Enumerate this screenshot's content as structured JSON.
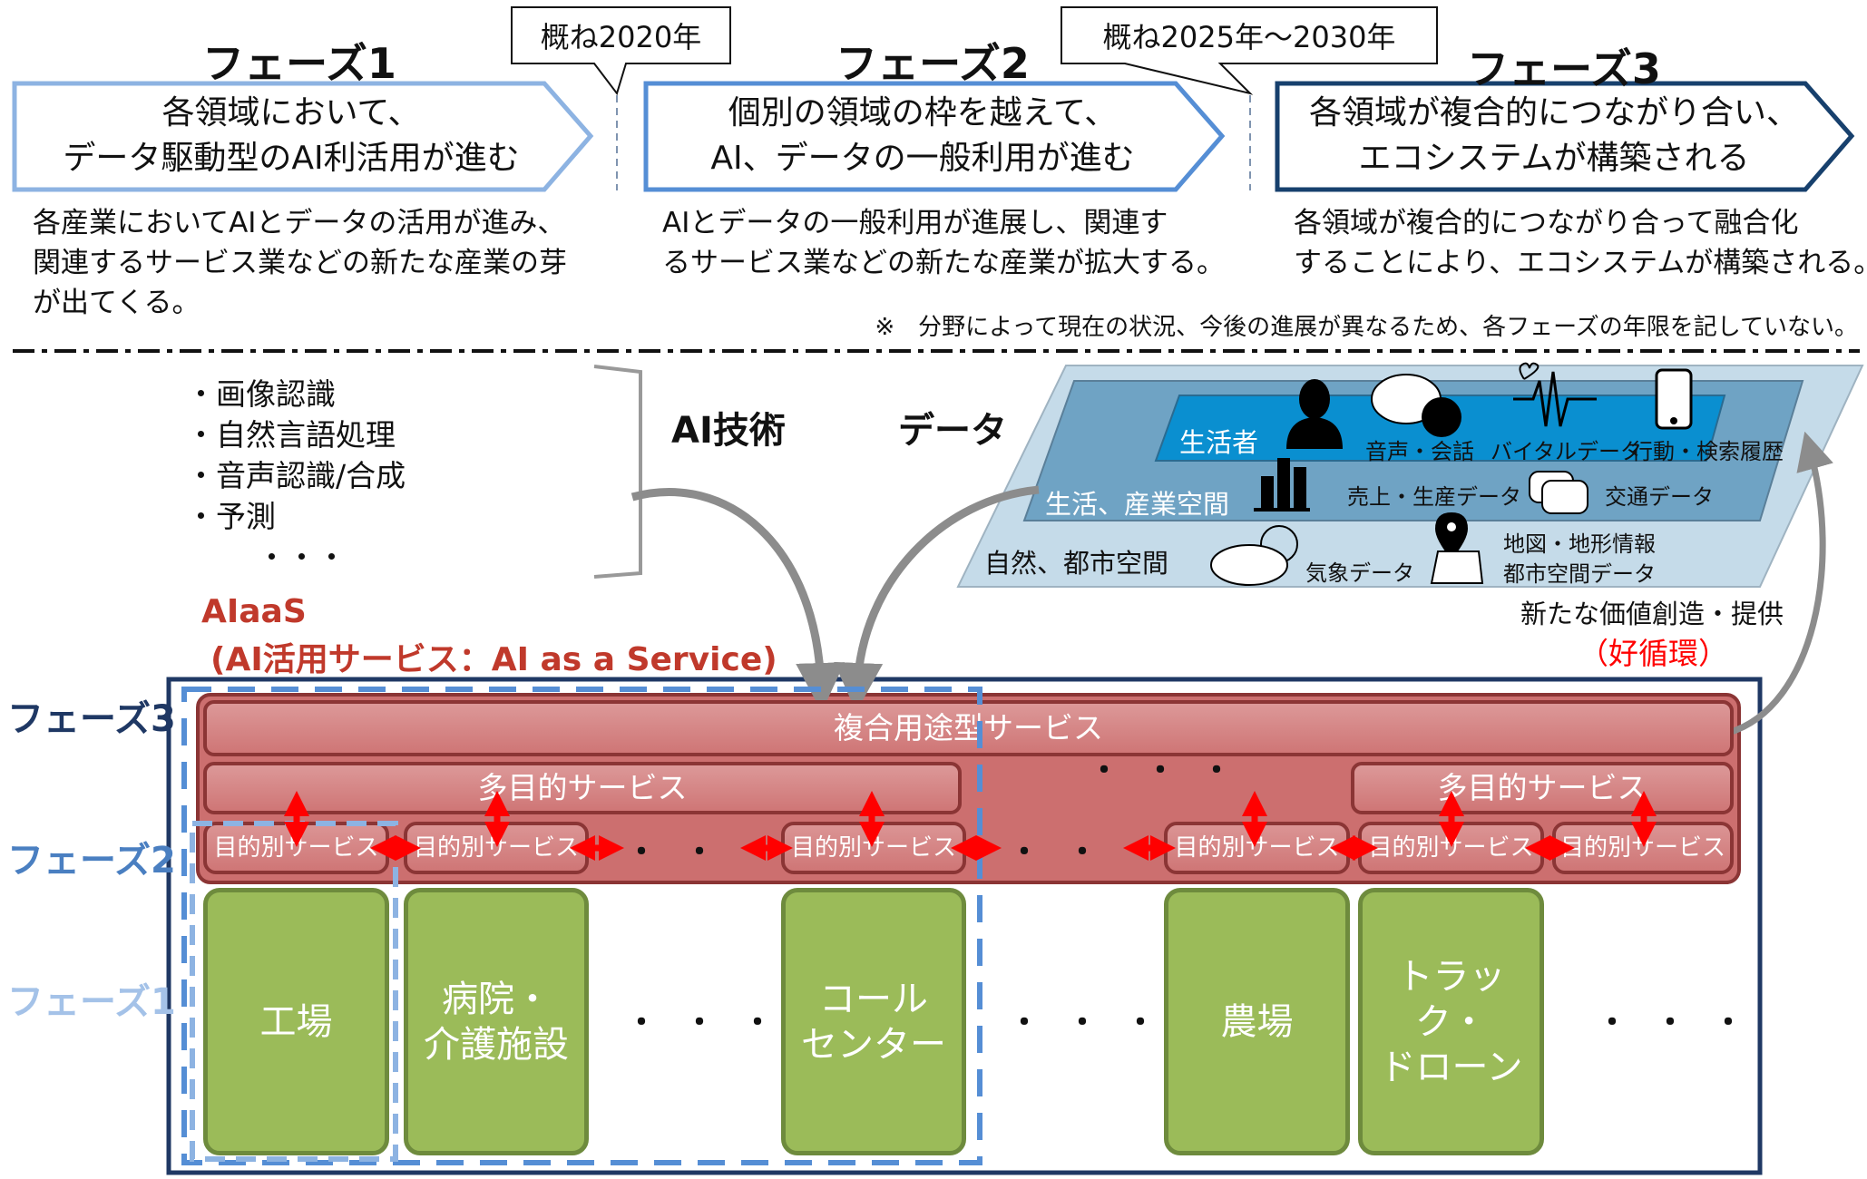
{
  "phases": [
    {
      "title": "フェーズ1",
      "headline": [
        "各領域において、",
        "データ駆動型のAI利活用が進む"
      ],
      "description": [
        "各産業においてAIとデータの活用が進み、",
        "関連するサービス業などの新たな産業の芽",
        "が出てくる。"
      ],
      "color": "#8db3e2"
    },
    {
      "title": "フェーズ2",
      "headline": [
        "個別の領域の枠を越えて、",
        "AI、データの一般利用が進む"
      ],
      "description": [
        "AIとデータの一般利用が進展し、関連す",
        "るサービス業などの新たな産業が拡大する。"
      ],
      "color": "#558ed5"
    },
    {
      "title": "フェーズ3",
      "headline": [
        "各領域が複合的につながり合い、",
        "エコシステムが構築される"
      ],
      "description": [
        "各領域が複合的につながり合って融合化",
        "することにより、エコシステムが構築される。"
      ],
      "color": "#17406d"
    }
  ],
  "callouts": [
    "概ね2020年",
    "概ね2025年～2030年"
  ],
  "note": "※　分野によって現在の状況、今後の進展が異なるため、各フェーズの年限を記していない。",
  "ai_tech": {
    "items": [
      "・画像認識",
      "・自然言語処理",
      "・音声認識/合成",
      "・予測"
    ],
    "ellipsis": "・・・",
    "label": "AI技術"
  },
  "data_label": "データ",
  "data_plane": {
    "consumer": {
      "label": "生活者",
      "items": [
        "音声・会話",
        "バイタルデータ",
        "行動・検索履歴"
      ]
    },
    "industry": {
      "label": "生活、産業空間",
      "items": [
        "売上・生産データ",
        "交通データ"
      ]
    },
    "nature": {
      "label": "自然、都市空間",
      "items": [
        "気象データ",
        "地図・地形情報",
        "都市空間データ"
      ]
    },
    "colors": {
      "outer": "#c5dbe9",
      "middle": "#6fa3c4",
      "inner": "#0a8fd0"
    }
  },
  "value_creation": "新たな価値創造・提供",
  "virtuous_cycle": "（好循環）",
  "aiaas": {
    "title": "AIaaS",
    "subtitle": "(AI活用サービス：AI as a Service)"
  },
  "phase_labels": [
    {
      "label": "フェーズ3",
      "color": "#1f3864"
    },
    {
      "label": "フェーズ2",
      "color": "#4a7fc1"
    },
    {
      "label": "フェーズ1",
      "color": "#a4c2e8"
    }
  ],
  "services": {
    "composite": "複合用途型サービス",
    "multi": [
      "多目的サービス",
      "多目的サービス"
    ],
    "purpose": "目的別サービス",
    "ellipsis": "・・・",
    "domains": [
      [
        "工場"
      ],
      [
        "病院・",
        "介護施設"
      ],
      [
        "コール",
        "センター"
      ],
      [
        "農場"
      ],
      [
        "トラック・",
        "ドローン"
      ]
    ]
  }
}
